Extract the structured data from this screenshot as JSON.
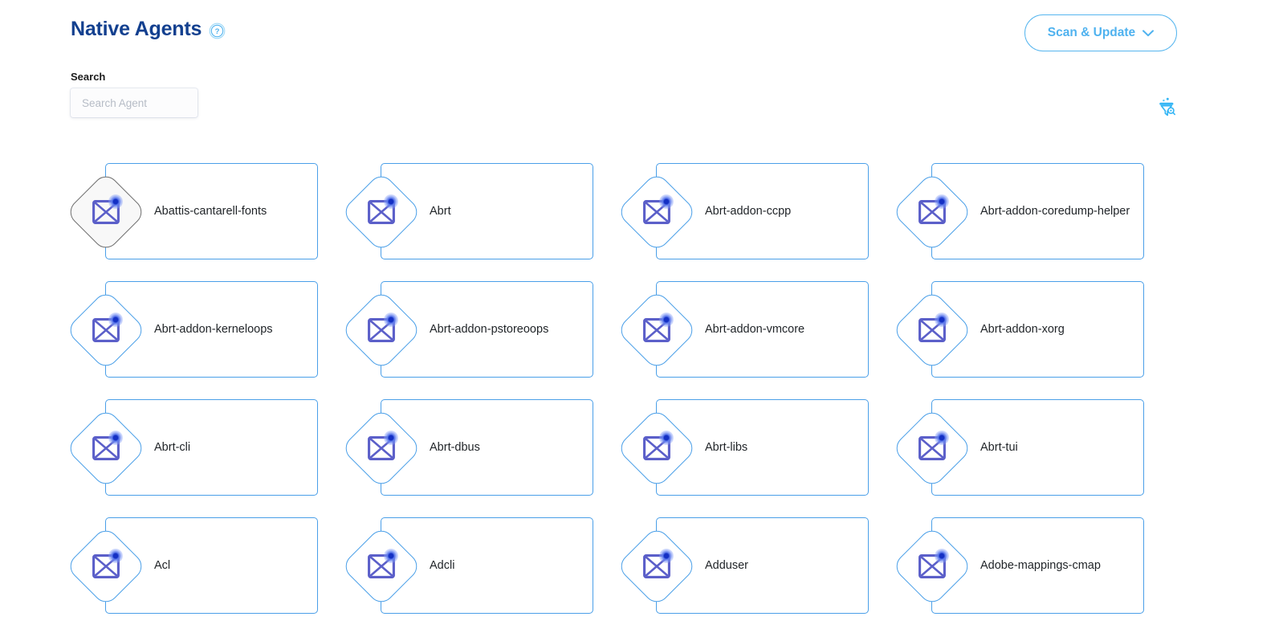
{
  "header": {
    "title": "Native Agents",
    "help_icon": "help-circle-icon",
    "scan_update_label": "Scan & Update",
    "scan_update_chevron": "chevron-down-icon"
  },
  "search": {
    "label": "Search",
    "placeholder": "Search Agent",
    "value": ""
  },
  "toolbar": {
    "filter_icon": "filter-funnel-icon"
  },
  "colors": {
    "title_blue": "#13408f",
    "accent_light_blue": "#4fb2ef",
    "card_border_blue": "#4a9fe8",
    "icon_purple": "#5b5fc9",
    "status_dot_blue": "#1430c4",
    "hover_border_gray": "#6e6e6e",
    "text_dark": "#212529",
    "placeholder_gray": "#b6bcc6"
  },
  "agents": [
    {
      "name": "Abattis-cantarell-fonts",
      "icon": "envelope-x-icon",
      "status": "status-dot",
      "state": "hover"
    },
    {
      "name": "Abrt",
      "icon": "envelope-x-icon",
      "status": "status-dot",
      "state": "default"
    },
    {
      "name": "Abrt-addon-ccpp",
      "icon": "envelope-x-icon",
      "status": "status-dot",
      "state": "default"
    },
    {
      "name": "Abrt-addon-coredump-helper",
      "icon": "envelope-x-icon",
      "status": "status-dot",
      "state": "default"
    },
    {
      "name": "Abrt-addon-kerneloops",
      "icon": "envelope-x-icon",
      "status": "status-dot",
      "state": "default"
    },
    {
      "name": "Abrt-addon-pstoreoops",
      "icon": "envelope-x-icon",
      "status": "status-dot",
      "state": "default"
    },
    {
      "name": "Abrt-addon-vmcore",
      "icon": "envelope-x-icon",
      "status": "status-dot",
      "state": "default"
    },
    {
      "name": "Abrt-addon-xorg",
      "icon": "envelope-x-icon",
      "status": "status-dot",
      "state": "default"
    },
    {
      "name": "Abrt-cli",
      "icon": "envelope-x-icon",
      "status": "status-dot",
      "state": "default"
    },
    {
      "name": "Abrt-dbus",
      "icon": "envelope-x-icon",
      "status": "status-dot",
      "state": "default"
    },
    {
      "name": "Abrt-libs",
      "icon": "envelope-x-icon",
      "status": "status-dot",
      "state": "default"
    },
    {
      "name": "Abrt-tui",
      "icon": "envelope-x-icon",
      "status": "status-dot",
      "state": "default"
    },
    {
      "name": "Acl",
      "icon": "envelope-x-icon",
      "status": "status-dot",
      "state": "default"
    },
    {
      "name": "Adcli",
      "icon": "envelope-x-icon",
      "status": "status-dot",
      "state": "default"
    },
    {
      "name": "Adduser",
      "icon": "envelope-x-icon",
      "status": "status-dot",
      "state": "default"
    },
    {
      "name": "Adobe-mappings-cmap",
      "icon": "envelope-x-icon",
      "status": "status-dot",
      "state": "default"
    }
  ]
}
